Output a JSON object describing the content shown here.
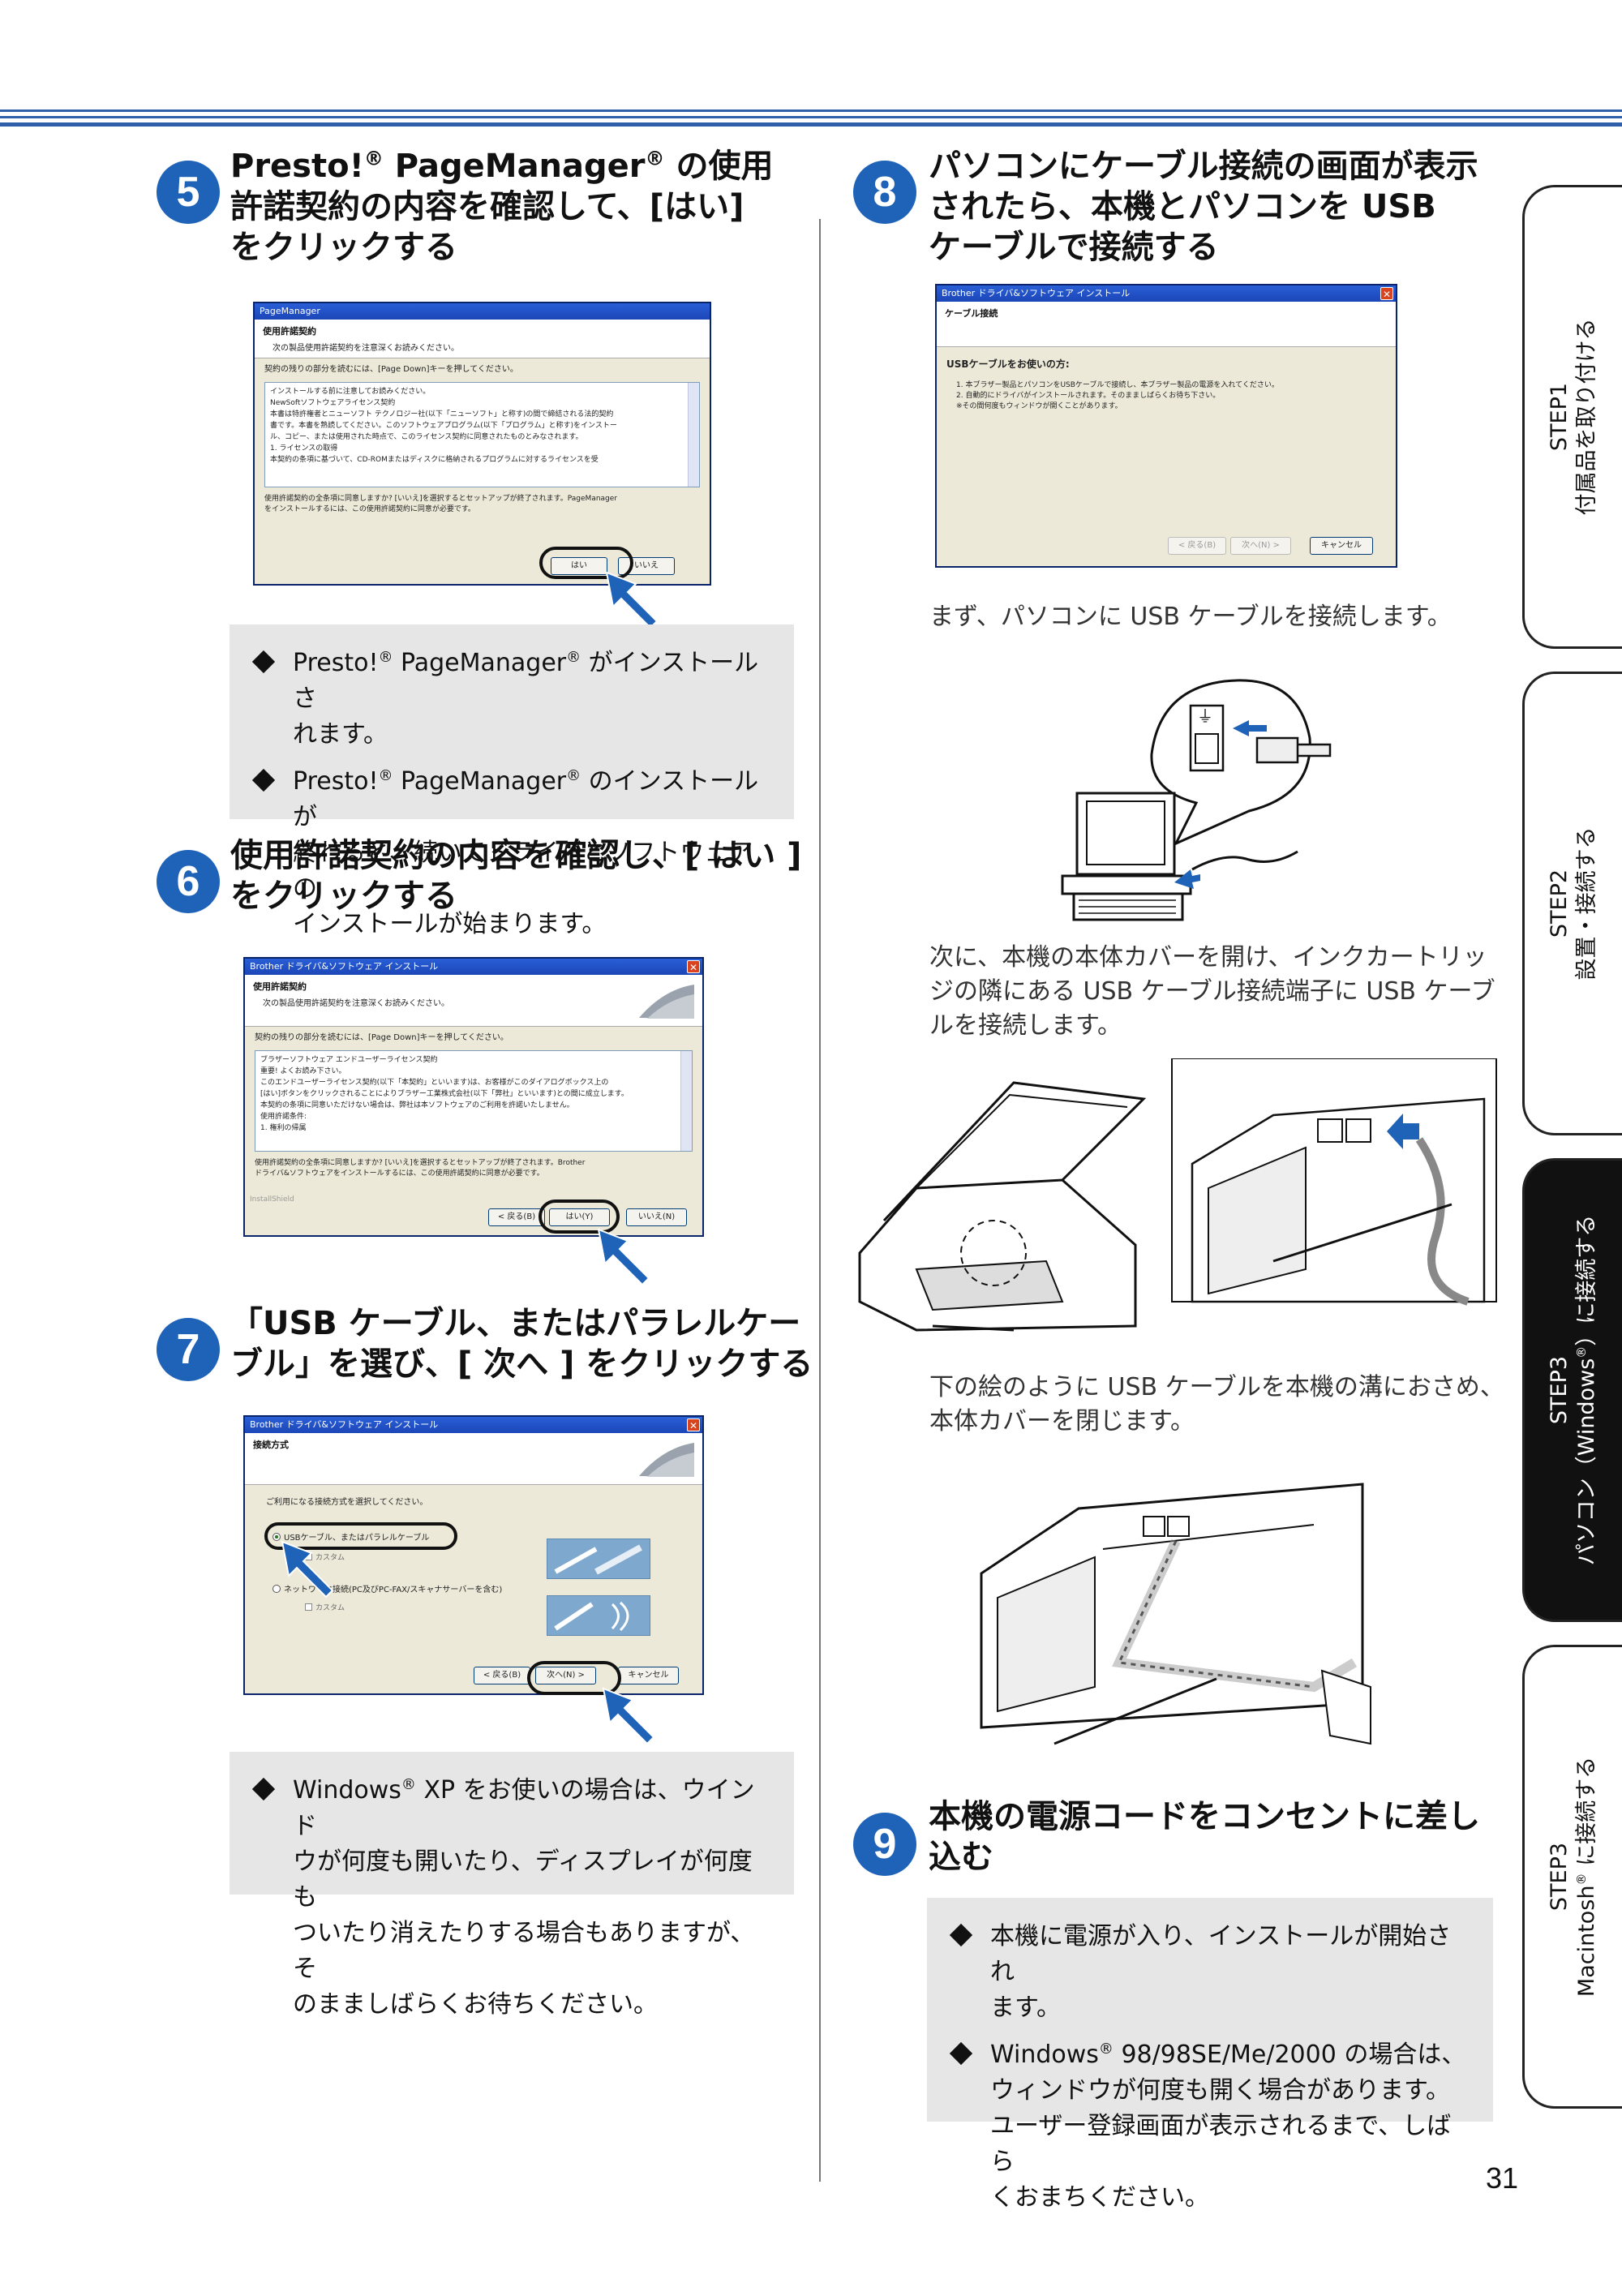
{
  "steps": {
    "s5": {
      "number": "5",
      "heading_lines": [
        "Presto!",
        "PageManager",
        " の使用",
        "許諾契約の内容を確認して、[はい]",
        "をクリックする"
      ],
      "reg": "®"
    },
    "s6": {
      "number": "6",
      "heading_line1": "使用許諾契約の内容を確認し、[ はい ]",
      "heading_line2": "をクリックする"
    },
    "s7": {
      "number": "7",
      "heading_line1": "「USB ケーブル、またはパラレルケー",
      "heading_line2": "ブル」を選び、[ 次へ ] をクリックする"
    },
    "s8": {
      "number": "8",
      "heading_line1": "パソコンにケーブル接続の画面が表示",
      "heading_line2": "されたら、本機とパソコンを USB",
      "heading_line3": "ケーブルで接続する"
    },
    "s9": {
      "number": "9",
      "heading_line1": "本機の電源コードをコンセントに差し",
      "heading_line2": "込む"
    }
  },
  "notes": {
    "n5a_1": "Presto!",
    "n5a_2": " PageManager",
    "n5a_3": " がインストールさ",
    "n5a_4": "れます。",
    "n5b_1": "Presto!",
    "n5b_2": " PageManager",
    "n5b_3": " のインストールが",
    "n5b_4": "終わると、続いてドライバとソフトウェアの",
    "n5b_5": "インストールが始まります。",
    "n7_1": "Windows",
    "n7_2": " XP をお使いの場合は、ウインド",
    "n7_3": "ウが何度も開いたり、ディスプレイが何度も",
    "n7_4": "ついたり消えたりする場合もありますが、そ",
    "n7_5": "のまましばらくお待ちください。",
    "n9a_1": "本機に電源が入り、インストールが開始され",
    "n9a_2": "ます。",
    "n9b_1": "Windows",
    "n9b_2": " 98/98SE/Me/2000 の場合は、",
    "n9b_3": "ウィンドウが何度も開く場合があります。",
    "n9b_4": "ユーザー登録画面が表示されるまで、しばら",
    "n9b_5": "くおまちください。",
    "reg": "®"
  },
  "paras": {
    "p8a": "まず、パソコンに USB ケーブルを接続します。",
    "p8b_1": "次に、本機の本体カバーを開け、インクカートリッ",
    "p8b_2": "ジの隣にある USB ケーブル接続端子に USB ケーブ",
    "p8b_3": "ルを接続します。",
    "p8c_1": "下の絵のように USB ケーブルを本機の溝におさめ、",
    "p8c_2": "本体カバーを閉じます。"
  },
  "dialogs": {
    "d5": {
      "title": "PageManager",
      "header1": "使用許諾契約",
      "header2": "次の製品使用許諾契約を注意深くお読みください。",
      "prompt": "契約の残りの部分を読むには、[Page Down]キーを押してください。",
      "text1": "インストールする前に注意してお読みください。",
      "text2": "NewSoftソフトウェアライセンス契約",
      "text3": "本書は特許権者とニューソフト テクノロジー社(以下「ニューソフト」と称す)の間で締結される法的契約",
      "text4": "書です。本書を熟読してください。このソフトウェアプログラム(以下「プログラム」と称す)をインストー",
      "text5": "ル、コピー、または使用された時点で、このライセンス契約に同意されたものとみなされます。",
      "text6": "1. ライセンスの取得",
      "text7": "本契約の条項に基づいて、CD-ROMまたはディスクに格納されるプログラムに対するライセンスを受",
      "q1": "使用許諾契約の全条項に同意しますか? [いいえ]を選択するとセットアップが終了されます。PageManager",
      "q2": "をインストールするには、この使用許諾契約に同意が必要です。",
      "btn_yes": "はい",
      "btn_no": "いいえ"
    },
    "d6": {
      "title": "Brother ドライバ&ソフトウェア インストール",
      "header1": "使用許諾契約",
      "header2": "次の製品使用許諾契約を注意深くお読みください。",
      "prompt": "契約の残りの部分を読むには、[Page Down]キーを押してください。",
      "text1": "ブラザーソフトウェア エンドユーザーライセンス契約",
      "text2": "重要! よくお読み下さい。",
      "text3": "このエンドユーザーライセンス契約(以下「本契約」といいます)は、お客様がこのダイアログボックス上の",
      "text4": "[はい]ボタンをクリックされることによりブラザー工業株式会社(以下「弊社」といいます)との間に成立します。",
      "text5": "本契約の条項に同意いただけない場合は、弊社は本ソフトウェアのご利用を許諾いたしません。",
      "text6": "使用許諾条件:",
      "text7": "1. 権利の帰属",
      "q1": "使用許諾契約の全条項に同意しますか? [いいえ]を選択するとセットアップが終了されます。Brother",
      "q2": "ドライバ&ソフトウェアをインストールするには、この使用許諾契約に同意が必要です。",
      "installshield": "InstallShield",
      "btn_back": "< 戻る(B)",
      "btn_yes": "はい(Y)",
      "btn_no": "いいえ(N)"
    },
    "d7": {
      "title": "Brother ドライバ&ソフトウェア インストール",
      "header1": "接続方式",
      "prompt": "ご利用になる接続方式を選択してください。",
      "opt1": "USBケーブル、またはパラレルケーブル",
      "opt1_sub": "カスタム",
      "opt2": "ネットワーク接続(PC及びPC-FAX/スキャナサーバーを含む)",
      "opt2_sub": "カスタム",
      "btn_back": "< 戻る(B)",
      "btn_next": "次へ(N) >",
      "btn_cancel": "キャンセル"
    },
    "d8": {
      "title": "Brother ドライバ&ソフトウェア インストール",
      "header1": "ケーブル接続",
      "label": "USBケーブルをお使いの方:",
      "line1": "1. 本ブラザー製品とパソコンをUSBケーブルで接続し、本ブラザー製品の電源を入れてください。",
      "line2": "2. 自動的にドライバがインストールされます。そのまましばらくお待ち下さい。",
      "line3": "※その間何度もウィンドウが開くことがあります。",
      "btn_back": "< 戻る(B)",
      "btn_next": "次へ(N) >",
      "btn_cancel": "キャンセル"
    }
  },
  "side_tabs": {
    "t1_line1": "STEP1",
    "t1_line2": "付属品を取り付ける",
    "t2_line1": "STEP2",
    "t2_line2": "設置・接続する",
    "t3_line1": "STEP3",
    "t3_line2a": "パソコン（Windows",
    "t3_line2b": "）に接続する",
    "t4_line1": "STEP3",
    "t4_line2a": "Macintosh",
    "t4_line2b": " に接続する",
    "reg": "®"
  },
  "page_number": "31",
  "colors": {
    "accent_blue": "#1e63b8",
    "rule_blue": "#2f5fa8",
    "note_gray": "#e6e6e6",
    "active_tab": "#111111"
  }
}
